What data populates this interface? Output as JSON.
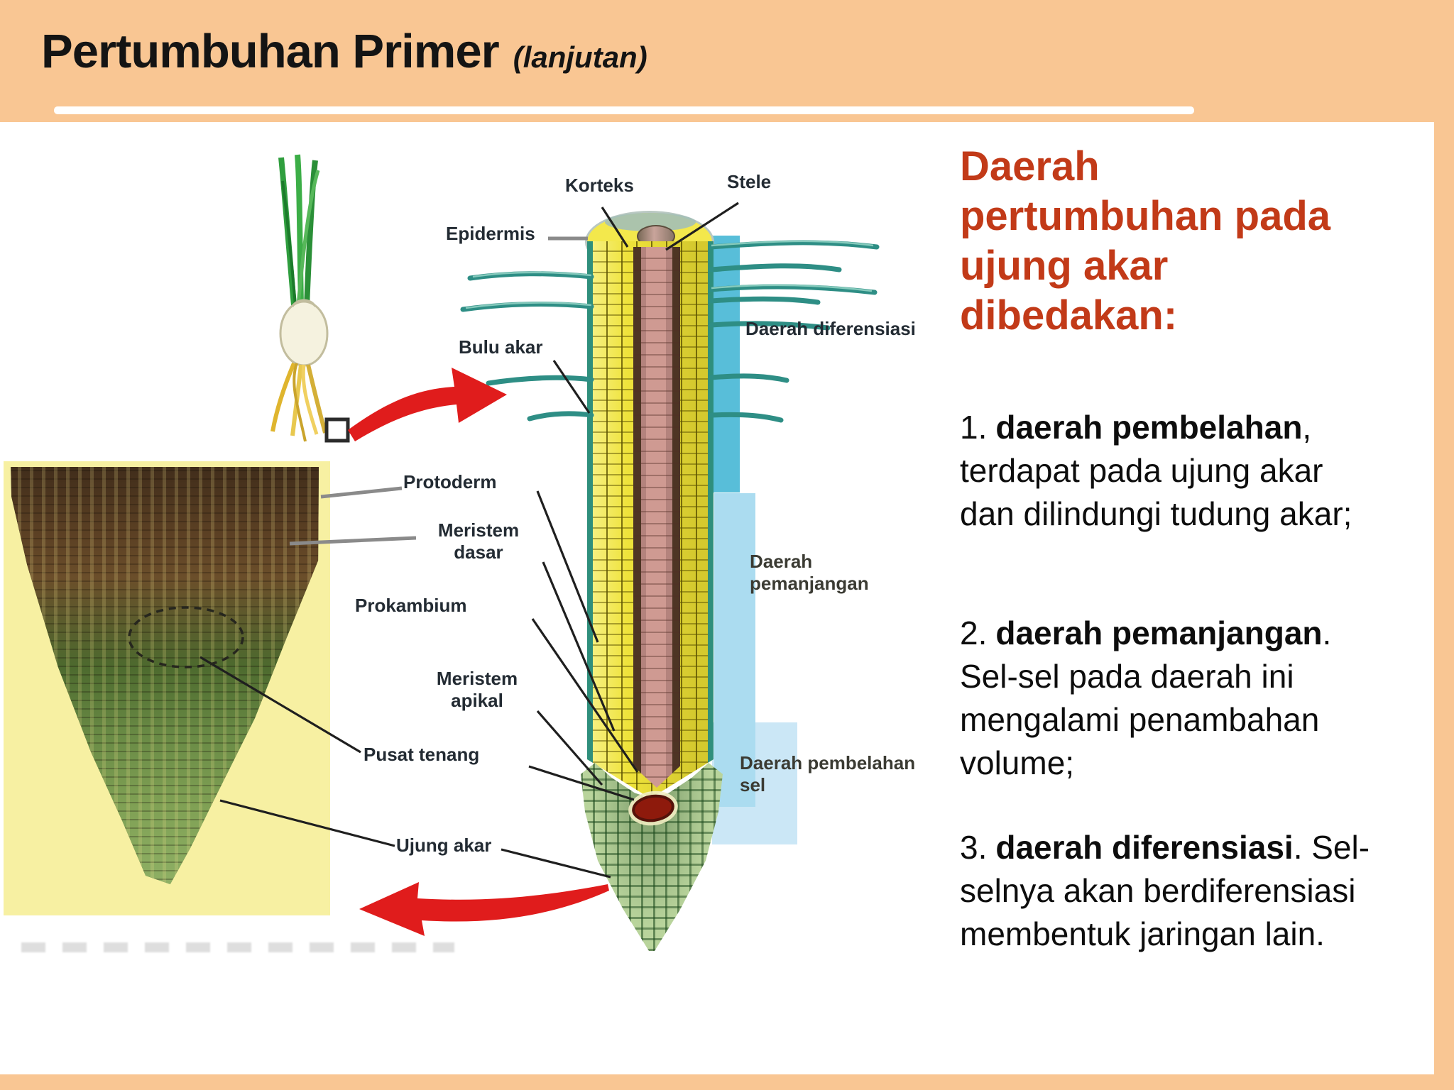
{
  "header": {
    "title": "Pertumbuhan Primer",
    "subtitle": "(lanjutan)"
  },
  "colors": {
    "header_bg": "#F9C693",
    "accent_red": "#C23A18",
    "arrow_red": "#E01C1C",
    "diagram_yellow": "#EFE33B",
    "micrograph_bg_yellow": "#F7F0A2",
    "band_cyan": "#58BED9",
    "band_blue": "#ABDCF0",
    "band_light_blue": "#CBE7F6",
    "root_cap_green": "#B9D49C"
  },
  "right_panel": {
    "heading_lines": [
      "Daerah",
      "pertumbuhan pada",
      "ujung akar",
      "dibedakan:"
    ],
    "items": [
      {
        "num": "1.",
        "bold": "daerah pembelahan",
        "rest": ", terdapat pada ujung akar dan dilindungi tudung akar;"
      },
      {
        "num": "2.",
        "bold": "daerah pemanjangan",
        "rest": ". Sel-sel pada daerah ini mengalami penambahan volume;"
      },
      {
        "num": "3.",
        "bold": "daerah diferensiasi",
        "rest": ". Sel-selnya akan berdiferensiasi membentuk jaringan lain."
      }
    ]
  },
  "diagram": {
    "labels": {
      "korteks": "Korteks",
      "stele": "Stele",
      "epidermis": "Epidermis",
      "bulu_akar": "Bulu akar",
      "daerah_diferensiasi": "Daerah diferensiasi",
      "protoderm": "Protoderm",
      "meristem_dasar": "Meristem dasar",
      "prokambium": "Prokambium",
      "meristem_apikal": "Meristem apikal",
      "pusat_tenang": "Pusat tenang",
      "ujung_akar": "Ujung akar",
      "daerah_pemanjangan": "Daerah pemanjangan",
      "daerah_pembelahan_sel": "Daerah pembelahan sel"
    }
  }
}
